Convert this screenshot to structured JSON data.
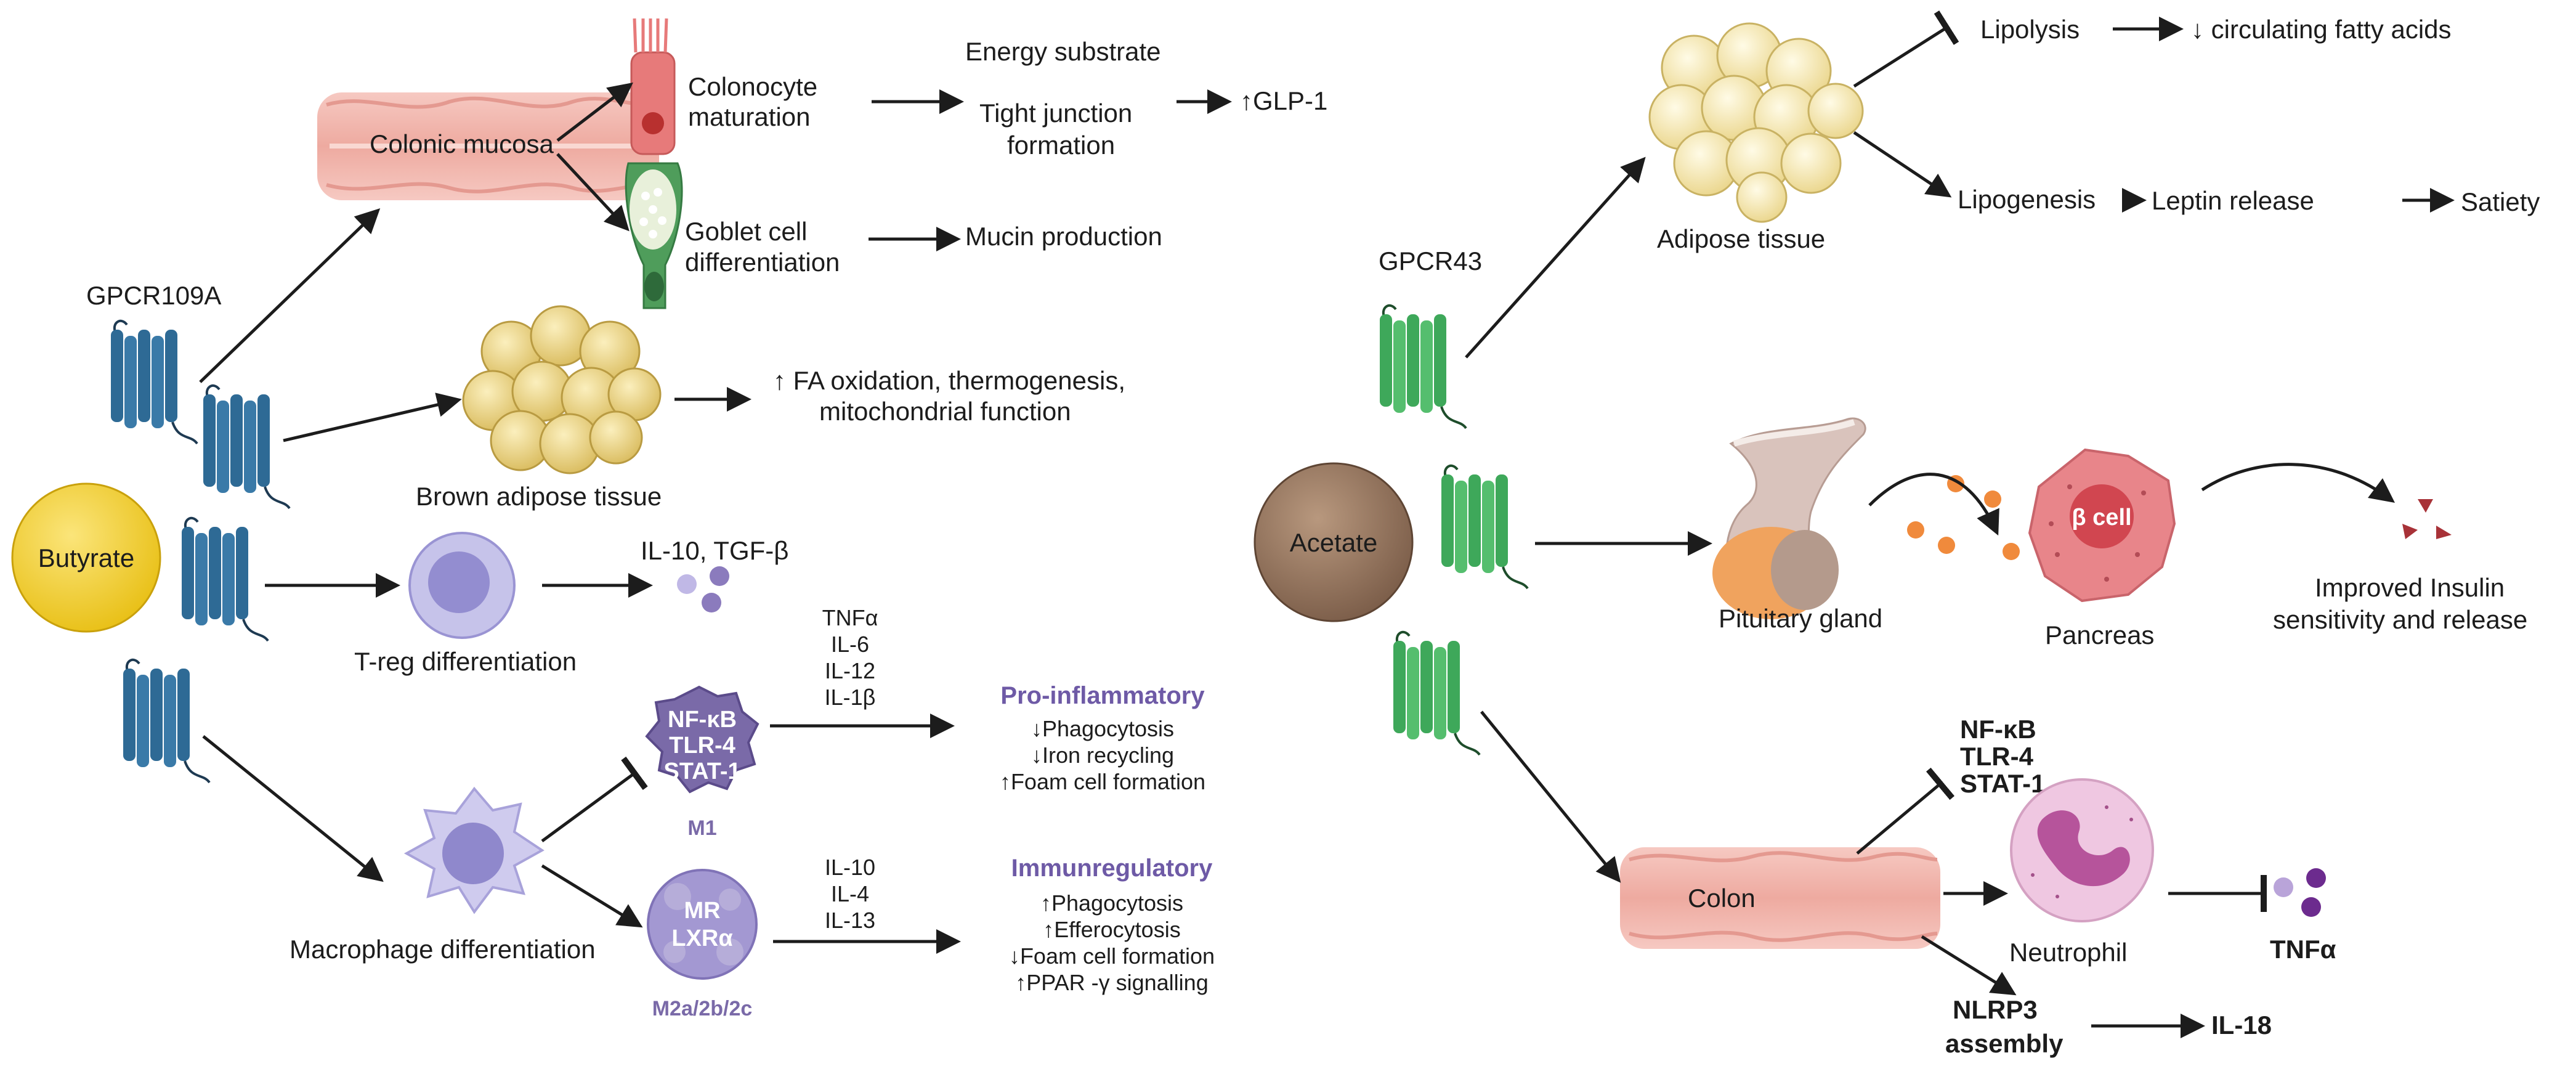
{
  "butyrate": {
    "title": "Butyrate",
    "receptor": "GPCR109A",
    "colonic_mucosa": "Colonic mucosa",
    "colonocyte": [
      "Colonocyte",
      "maturation"
    ],
    "goblet": [
      "Goblet cell",
      "differentiation"
    ],
    "energy_substrate": "Energy substrate",
    "tight_junction": [
      "Tight junction",
      "formation"
    ],
    "glp1": "↑GLP-1",
    "mucin": "Mucin production",
    "brown_adipose": "Brown adipose tissue",
    "fa_oxidation": [
      "↑ FA oxidation, thermogenesis,",
      "mitochondrial function"
    ],
    "treg": "T-reg differentiation",
    "il10_tgf": "IL-10, TGF-β",
    "macrophage": "Macrophage differentiation",
    "m1_cell": [
      "NF-κB",
      "TLR-4",
      "STAT-1"
    ],
    "m1_label": "M1",
    "m1_cytokines": [
      "TNFα",
      "IL-6",
      "IL-12",
      "IL-1β"
    ],
    "pro_inflammatory": "Pro-inflammatory",
    "pro_effects": [
      "↓Phagocytosis",
      "↓Iron recycling",
      "↑Foam cell formation"
    ],
    "m2_cell": [
      "MR",
      "LXRα"
    ],
    "m2_label": "M2a/2b/2c",
    "m2_cytokines": [
      "IL-10",
      "IL-4",
      "IL-13"
    ],
    "immunregulatory": "Immunregulatory",
    "immuno_effects": [
      "↑Phagocytosis",
      "↑Efferocytosis",
      "↓Foam cell formation",
      "↑PPAR -γ signalling"
    ]
  },
  "acetate": {
    "title": "Acetate",
    "receptor": "GPCR43",
    "adipose": "Adipose tissue",
    "lipolysis": "Lipolysis",
    "fatty_acids": "↓ circulating fatty acids",
    "lipogenesis": "Lipogenesis",
    "leptin": "Leptin release",
    "satiety": "Satiety",
    "pituitary": "Pituitary gland",
    "beta_cell": "β cell",
    "pancreas": "Pancreas",
    "insulin": [
      "Improved Insulin",
      "sensitivity and release"
    ],
    "colon": "Colon",
    "colon_inhibit": [
      "NF-κB",
      "TLR-4",
      "STAT-1"
    ],
    "neutrophil": "Neutrophil",
    "tnfa": "TNFα",
    "nlrp3": [
      "NLRP3",
      "assembly"
    ],
    "il18": "IL-18"
  },
  "colors": {
    "butyrate_fill": "#f2cf2a",
    "acetate_fill": "#8e6f5a",
    "gpcr_blue": "#2e6a95",
    "gpcr_green": "#3ea85a",
    "mucosa_pink": "#f2b8b0",
    "colonocyte_red": "#e77a7a",
    "goblet_green": "#4f9d5b",
    "adipocyte_yellow": "#e9d27f",
    "purple": "#8b7bbd",
    "neutrophil_pink": "#e9a8cf",
    "beta_cell_red": "#d96670"
  }
}
